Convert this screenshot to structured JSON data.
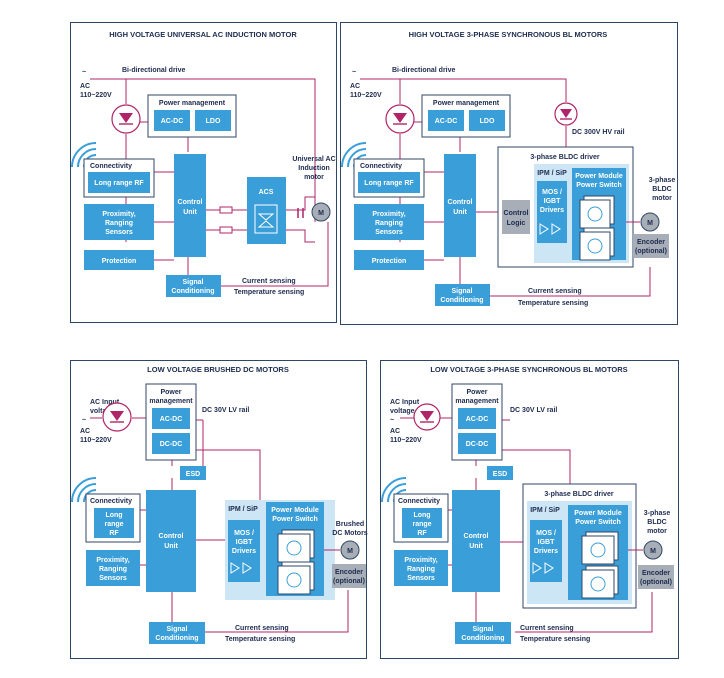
{
  "colors": {
    "block": "#3a9fd8",
    "line": "#b0246a",
    "frame": "#2f4767",
    "text": "#1d2b4f",
    "gray": "#a7aeb7",
    "light": "#cde6f5"
  },
  "p1": {
    "title": "HIGH VOLTAGE UNIVERSAL AC INDUCTION MOTOR",
    "ac1": "AC",
    "ac2": "110~220V",
    "tilde": "~",
    "bidir": "Bi-directional drive",
    "pm_title": "Power management",
    "acdc": "AC-DC",
    "ldo": "LDO",
    "conn_title": "Connectivity",
    "rf": "Long range RF",
    "prox1": "Proximity,",
    "prox2": "Ranging",
    "prox3": "Sensors",
    "protection": "Protection",
    "cu1": "Control",
    "cu2": "Unit",
    "acs": "ACS",
    "motor_lbl1": "Universal AC",
    "motor_lbl2": "Induction",
    "motor_lbl3": "motor",
    "m": "M",
    "sig1": "Signal",
    "sig2": "Conditioning",
    "cur": "Current sensing",
    "temp": "Temperature sensing"
  },
  "p2": {
    "title": "HIGH VOLTAGE 3-PHASE SYNCHRONOUS BL MOTORS",
    "ac1": "AC",
    "ac2": "110~220V",
    "tilde": "~",
    "bidir": "Bi-directional drive",
    "pm_title": "Power management",
    "acdc": "AC-DC",
    "ldo": "LDO",
    "rail": "DC 300V HV rail",
    "conn_title": "Connectivity",
    "rf": "Long range RF",
    "prox1": "Proximity,",
    "prox2": "Ranging",
    "prox3": "Sensors",
    "protection": "Protection",
    "cu1": "Control",
    "cu2": "Unit",
    "cl1": "Control",
    "cl2": "Logic",
    "driver": "3-phase BLDC driver",
    "ipm": "IPM / SiP",
    "mos1": "MOS /",
    "mos2": "IGBT",
    "mos3": "Drivers",
    "pmod1": "Power Module",
    "pmod2": "Power Switch",
    "motor_lbl1": "3-phase",
    "motor_lbl2": "BLDC",
    "motor_lbl3": "motor",
    "m": "M",
    "enc1": "Encoder",
    "enc2": "(optional)",
    "sig1": "Signal",
    "sig2": "Conditioning",
    "cur": "Current sensing",
    "temp": "Temperature sensing"
  },
  "p3": {
    "title": "LOW VOLTAGE BRUSHED DC MOTORS",
    "acin1": "AC Input",
    "acin2": "voltage",
    "tilde": "~",
    "ac1": "AC",
    "ac2": "110~220V",
    "pm1": "Power",
    "pm2": "management",
    "acdc": "AC-DC",
    "dcdc": "DC-DC",
    "rail": "DC 30V LV rail",
    "esd": "ESD",
    "conn_title": "Connectivity",
    "rf1": "Long",
    "rf2": "range",
    "rf3": "RF",
    "prox1": "Proximity,",
    "prox2": "Ranging",
    "prox3": "Sensors",
    "cu1": "Control",
    "cu2": "Unit",
    "ipm": "IPM / SiP",
    "mos1": "MOS /",
    "mos2": "IGBT",
    "mos3": "Drivers",
    "pmod1": "Power Module",
    "pmod2": "Power Switch",
    "motor_lbl1": "Brushed",
    "motor_lbl2": "DC Motors",
    "m": "M",
    "enc1": "Encoder",
    "enc2": "(optional)",
    "sig1": "Signal",
    "sig2": "Conditioning",
    "cur": "Current sensing",
    "temp": "Temperature sensing"
  },
  "p4": {
    "title": "LOW VOLTAGE 3-PHASE SYNCHRONOUS BL MOTORS",
    "acin1": "AC Input",
    "acin2": "voltage",
    "tilde": "~",
    "ac1": "AC",
    "ac2": "110~220V",
    "pm1": "Power",
    "pm2": "management",
    "acdc": "AC-DC",
    "dcdc": "DC-DC",
    "rail": "DC 30V LV rail",
    "esd": "ESD",
    "conn_title": "Connectivity",
    "rf1": "Long",
    "rf2": "range",
    "rf3": "RF",
    "prox1": "Proximity,",
    "prox2": "Ranging",
    "prox3": "Sensors",
    "cu1": "Control",
    "cu2": "Unit",
    "driver": "3-phase BLDC driver",
    "ipm": "IPM / SiP",
    "mos1": "MOS /",
    "mos2": "IGBT",
    "mos3": "Drivers",
    "pmod1": "Power Module",
    "pmod2": "Power Switch",
    "motor_lbl1": "3-phase",
    "motor_lbl2": "BLDC",
    "motor_lbl3": "motor",
    "m": "M",
    "enc1": "Encoder",
    "enc2": "(optional)",
    "sig1": "Signal",
    "sig2": "Conditioning",
    "cur": "Current sensing",
    "temp": "Temperature sensing"
  }
}
